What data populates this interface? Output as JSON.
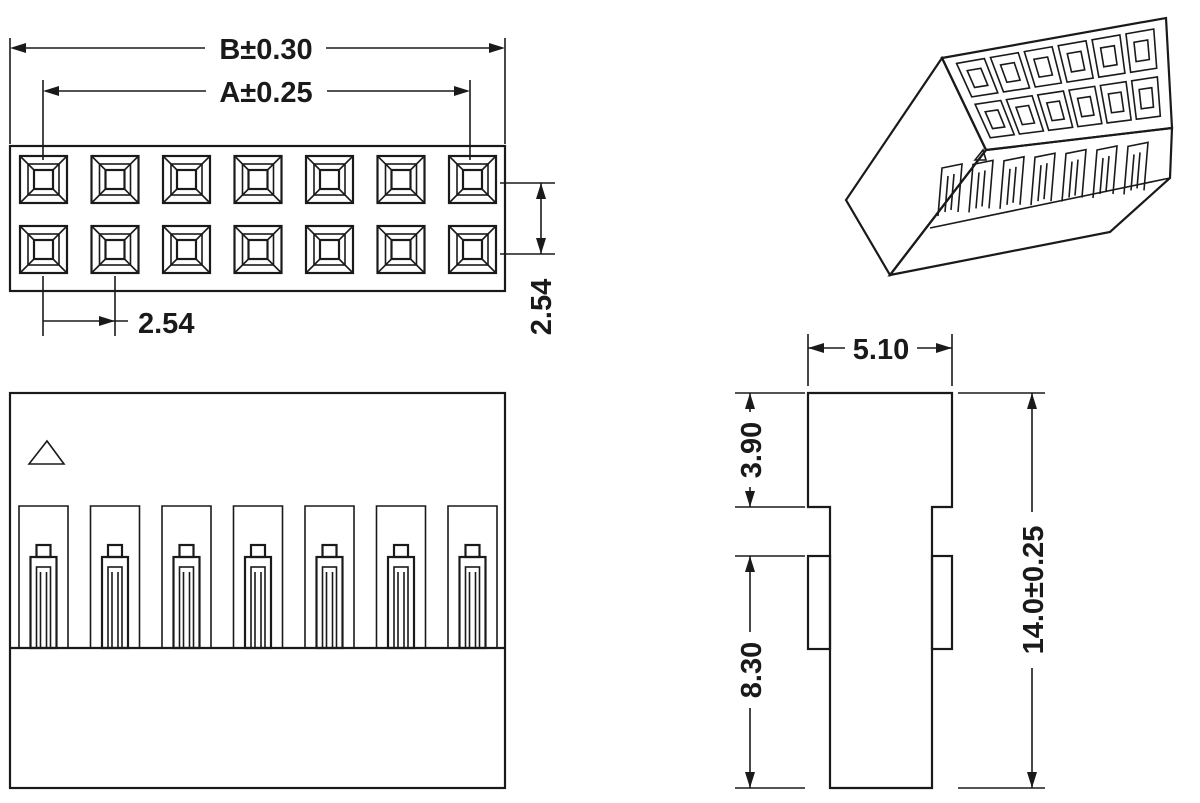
{
  "dimensions": {
    "width_b": "B±0.30",
    "width_a": "A±0.25",
    "pitch_horizontal": "2.54",
    "pitch_vertical": "2.54",
    "body_depth": "5.10",
    "upper_height": "3.90",
    "lower_height": "8.30",
    "total_height": "14.0±0.25"
  },
  "views": {
    "top": {
      "rows": 2,
      "columns": 7
    },
    "front": {
      "slots": 7,
      "polarity_mark": "triangle"
    },
    "isometric": {
      "rows": 2,
      "columns": 6
    }
  }
}
